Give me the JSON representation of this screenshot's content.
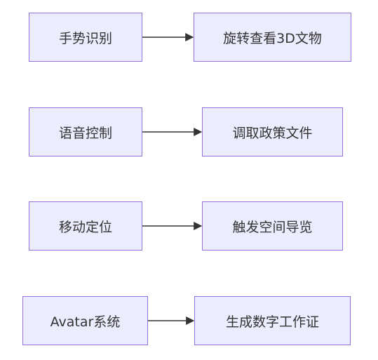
{
  "flows": [
    {
      "source": "手势识别",
      "target": "旋转查看3D文物"
    },
    {
      "source": "语音控制",
      "target": "调取政策文件"
    },
    {
      "source": "移动定位",
      "target": "触发空间导览"
    },
    {
      "source": "Avatar系统",
      "target": "生成数字工作证"
    }
  ],
  "colors": {
    "node_fill": "#ECECFF",
    "node_border": "#9370DB",
    "text": "#333333",
    "edge": "#333333"
  }
}
